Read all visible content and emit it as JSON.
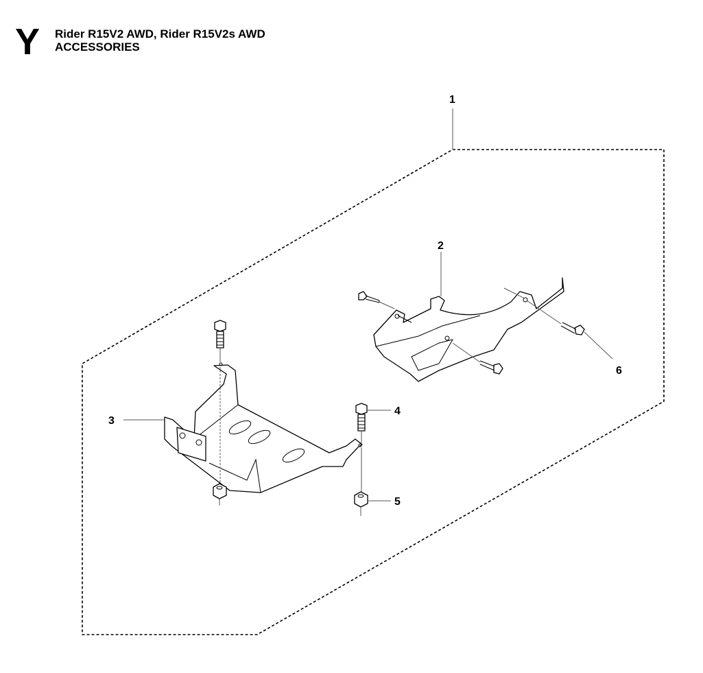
{
  "header": {
    "section_letter": "Y",
    "model_line": "Rider R15V2 AWD, Rider R15V2s AWD",
    "group_title": "ACCESSORIES"
  },
  "callouts": [
    {
      "id": "1",
      "part": "accessory-kit-outline"
    },
    {
      "id": "2",
      "part": "rear-guard-plate"
    },
    {
      "id": "3",
      "part": "front-guard-plate"
    },
    {
      "id": "4",
      "part": "bolt"
    },
    {
      "id": "5",
      "part": "lock-nut"
    },
    {
      "id": "6",
      "part": "bolt"
    }
  ]
}
